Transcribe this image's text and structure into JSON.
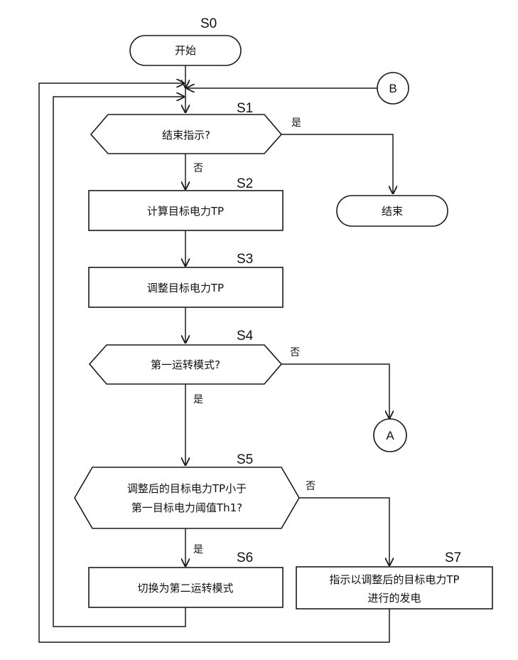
{
  "steps": {
    "s0": "S0",
    "s1": "S1",
    "s2": "S2",
    "s3": "S3",
    "s4": "S4",
    "s5": "S5",
    "s6": "S6",
    "s7": "S7"
  },
  "nodes": {
    "start": "开始",
    "end_check": "结束指示?",
    "end": "结束",
    "calc_tp": "计算目标电力TP",
    "adjust_tp": "调整目标电力TP",
    "first_mode_check": "第一运转模式?",
    "threshold_check_line1": "调整后的目标电力TP小于",
    "threshold_check_line2": "第一目标电力阈值Th1?",
    "switch_mode": "切换为第二运转模式",
    "generate_line1": "指示以调整后的目标电力TP",
    "generate_line2": "进行的发电"
  },
  "branches": {
    "s1_yes": "是",
    "s1_no": "否",
    "s4_no": "否",
    "s4_yes": "是",
    "s5_no": "否",
    "s5_yes": "是"
  },
  "connectors": {
    "a": "A",
    "b": "B"
  }
}
